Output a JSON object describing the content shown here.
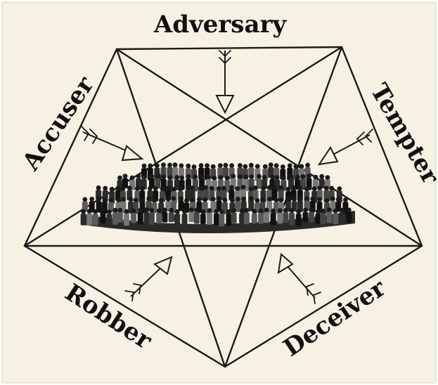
{
  "labels": {
    "top": "Adversary",
    "upper_left": "Accuser",
    "upper_right": "Tempter",
    "lower_left": "Robber",
    "lower_right": "Deceiver"
  },
  "illustration": {
    "center": "crowd-of-people"
  },
  "colors": {
    "background": "#f7f1e3",
    "ink": "#1a1a1a"
  }
}
